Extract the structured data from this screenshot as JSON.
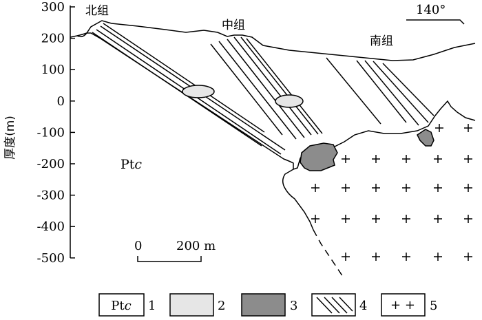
{
  "y_axis": {
    "label": "厚度(m)",
    "ticks": [
      "300",
      "200",
      "100",
      "0",
      "-100",
      "-200",
      "-300",
      "-400",
      "-500"
    ]
  },
  "groups": {
    "north": "北组",
    "middle": "中组",
    "south": "南组"
  },
  "direction": "140°",
  "unit_label": "Ptc",
  "scale_bar": {
    "start": "0",
    "end": "200 m"
  },
  "legend": [
    {
      "symbol": "Ptc",
      "number": "1"
    },
    {
      "symbol": "",
      "number": "2",
      "fill": "#e6e6e6"
    },
    {
      "symbol": "",
      "number": "3",
      "fill": "#8c8c8c"
    },
    {
      "symbol": "",
      "number": "4"
    },
    {
      "symbol": "+ +",
      "number": "5"
    }
  ],
  "colors": {
    "lens_light": "#e6e6e6",
    "lens_dark": "#8c8c8c",
    "line": "#000000"
  }
}
